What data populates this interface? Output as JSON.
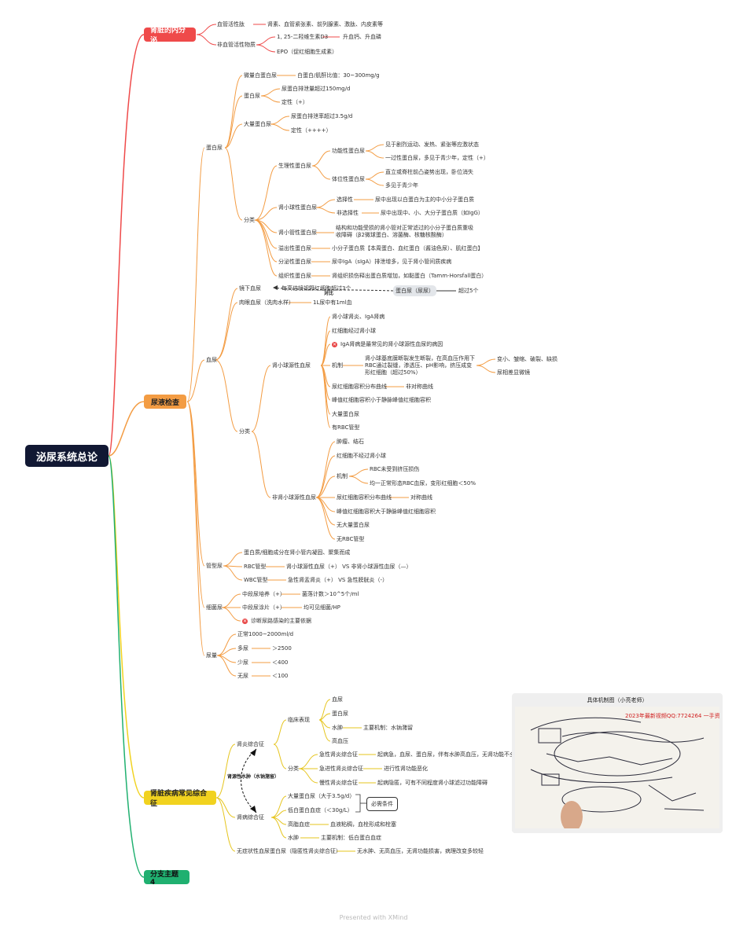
{
  "root": "泌尿系统总论",
  "colors": {
    "red": "#ef4a4a",
    "orange": "#f39c43",
    "yellow": "#f1d21f",
    "green": "#20b070",
    "navy": "#111833"
  },
  "branch1": {
    "title": "肾脏的内分泌",
    "vaso": "血管活性肽",
    "vaso_val": "肾素、血管紧张素、前列腺素、激肽、内皮素等",
    "nonvaso": "非血管活性物质",
    "d3": "1, 25-二羟维生素D3",
    "d3_val": "升血钙、升血磷",
    "epo": "EPO（促红细胞生成素）"
  },
  "branch2": {
    "title": "尿液检查",
    "protein": {
      "label": "蛋白尿",
      "micro": "微量白蛋白尿",
      "micro_val": "白蛋白/肌酐比值：30~300mg/g",
      "pro": "蛋白尿",
      "pro_a": "尿蛋白排泄量超过150mg/d",
      "pro_b": "定性（+）",
      "large": "大量蛋白尿",
      "large_a": "尿蛋白排泄率超过3.5g/d",
      "large_b": "定性（++++）",
      "cls": "分类",
      "phys": "生理性蛋白尿",
      "func": "功能性蛋白尿",
      "func_a": "见于剧烈运动、发热、紧张等应激状态",
      "func_b": "一过性蛋白尿，多见于青少年，定性（+）",
      "pos": "体位性蛋白尿",
      "pos_a": "直立或脊柱前凸姿势出现，卧位消失",
      "pos_b": "多见于青少年",
      "glom": "肾小球性蛋白尿",
      "sel": "选择性",
      "sel_val": "尿中出现以白蛋白为主的中小分子蛋白质",
      "nonsel": "非选择性",
      "nonsel_val": "尿中出现中、小、大分子蛋白质（如IgG）",
      "tub": "肾小管性蛋白尿",
      "tub_val": "结构和功能受损的肾小管对正常滤过的小分子蛋白质重吸收障碍（β2微球蛋白、溶菌酶、核糖核酸酶）",
      "over": "溢出性蛋白尿",
      "over_val": "小分子蛋白质【本周蛋白、血红蛋白（酱油色尿）、肌红蛋白】",
      "sec": "分泌性蛋白尿",
      "sec_val": "尿中IgA（sIgA）排泄增多，见于肾小管间质疾病",
      "tis": "组织性蛋白尿",
      "tis_val": "肾组织损伤释出蛋白质增加，如黏蛋白（Tamm-Horsfall蛋白）"
    },
    "blood": {
      "label": "血尿",
      "micro": "镜下血尿",
      "micro_val": "每高倍镜视野红细胞超过3个",
      "compare": "对比",
      "pill": "蛋白尿（尿尿）",
      "pill_val": "超过5个",
      "gross": "肉眼血尿（洗肉水样）",
      "gross_val": "1L尿中有1ml血",
      "cls": "分类",
      "glom": "肾小球源性血尿",
      "g1": "肾小球肾炎、IgA肾病",
      "g2": "红细胞经过肾小球",
      "g3": "IgA肾病是最常见的肾小球源性血尿的病因",
      "mech": "机制",
      "mech_val": "肾小球基底膜断裂发生断裂，在高血压作用下RBC通过裂缝，渗透压、pH影响，挤压成变形红细胞（超过50%）",
      "mech_a": "变小、皱缩、破裂、缺损",
      "mech_b": "尿相差显微镜",
      "g4": "尿红细胞容积分布曲线",
      "g4_val": "非对称曲线",
      "g5": "峰值红细胞容积小于静脉峰值红细胞容积",
      "g6": "大量蛋白尿",
      "g7": "有RBC管型",
      "non": "非肾小球源性血尿",
      "n1": "肿瘤、结石",
      "n2": "红细胞不经过肾小球",
      "nmech": "机制",
      "nmech_a": "RBC未受到挤压损伤",
      "nmech_b": "均一正常形态RBC血尿，变形红细胞＜50%",
      "n3": "尿红细胞容积分布曲线",
      "n3_val": "对称曲线",
      "n4": "峰值红细胞容积大于静脉峰值红细胞容积",
      "n5": "无大量蛋白尿",
      "n6": "无RBC管型"
    },
    "cast": {
      "label": "管型尿",
      "c1": "蛋白质/细胞成分在肾小管内凝固、聚集而成",
      "rbc": "RBC管型",
      "rbc_val": "肾小球源性血尿（+）  VS 非肾小球源性血尿（—）",
      "wbc": "WBC管型",
      "wbc_val": "急性肾盂肾炎（+）  VS 急性膀胱炎（-）"
    },
    "bact": {
      "label": "细菌尿",
      "b1": "中段尿培养（+）",
      "b1_val": "菌落计数＞10^5个/ml",
      "b2": "中段尿涂片（+）",
      "b2_val": "均可见细菌/HP",
      "b3": "诊断尿路感染的主要依据"
    },
    "urine": {
      "label": "尿量",
      "u1": "正常1000~2000ml/d",
      "u2": "多尿",
      "u2_val": "＞2500",
      "u3": "少尿",
      "u3_val": "＜400",
      "u4": "无尿",
      "u4_val": "＜100"
    }
  },
  "branch3": {
    "title": "肾脏疾病常见综合征",
    "nephritic": "肾炎综合征",
    "clinical": "临床表现",
    "c1": "血尿",
    "c2": "蛋白尿",
    "c3": "水肿",
    "c3_val": "主要机制：水钠潴留",
    "c4": "高血压",
    "cls": "分类",
    "k1": "急性肾炎综合征",
    "k1_val": "起病急，血尿、蛋白尿，伴有水肿高血压，无肾功能不全",
    "k2": "急进性肾炎综合征",
    "k2_val": "进行性肾功能恶化",
    "k3": "慢性肾炎综合征",
    "k3_val": "起病隐匿，可有不同程度肾小球滤过功能障碍",
    "link": "肾源性水肿（水钠潴留）",
    "nephrotic": "肾病综合征",
    "s1": "大量蛋白尿（大于3.5g/d）",
    "s2": "低白蛋白血症（＜30g/L）",
    "must": "必需条件",
    "s3": "高脂血症",
    "s3_val": "血液粘稠，血栓形成和栓塞",
    "s4": "水肿",
    "s4_val": "主要机制：低白蛋白血症",
    "asym": "无症状性血尿蛋白尿（隐匿性肾炎综合征）",
    "asym_val": "无水肿、无高血压，无肾功能损害，病理改变多较轻"
  },
  "branch4": {
    "title": "分支主题 4"
  },
  "video": {
    "title": "具体机制图（小亮老师）",
    "wm": "2023年最新视频QQ:7724264 一手资源"
  },
  "footer": "Presented with XMind"
}
